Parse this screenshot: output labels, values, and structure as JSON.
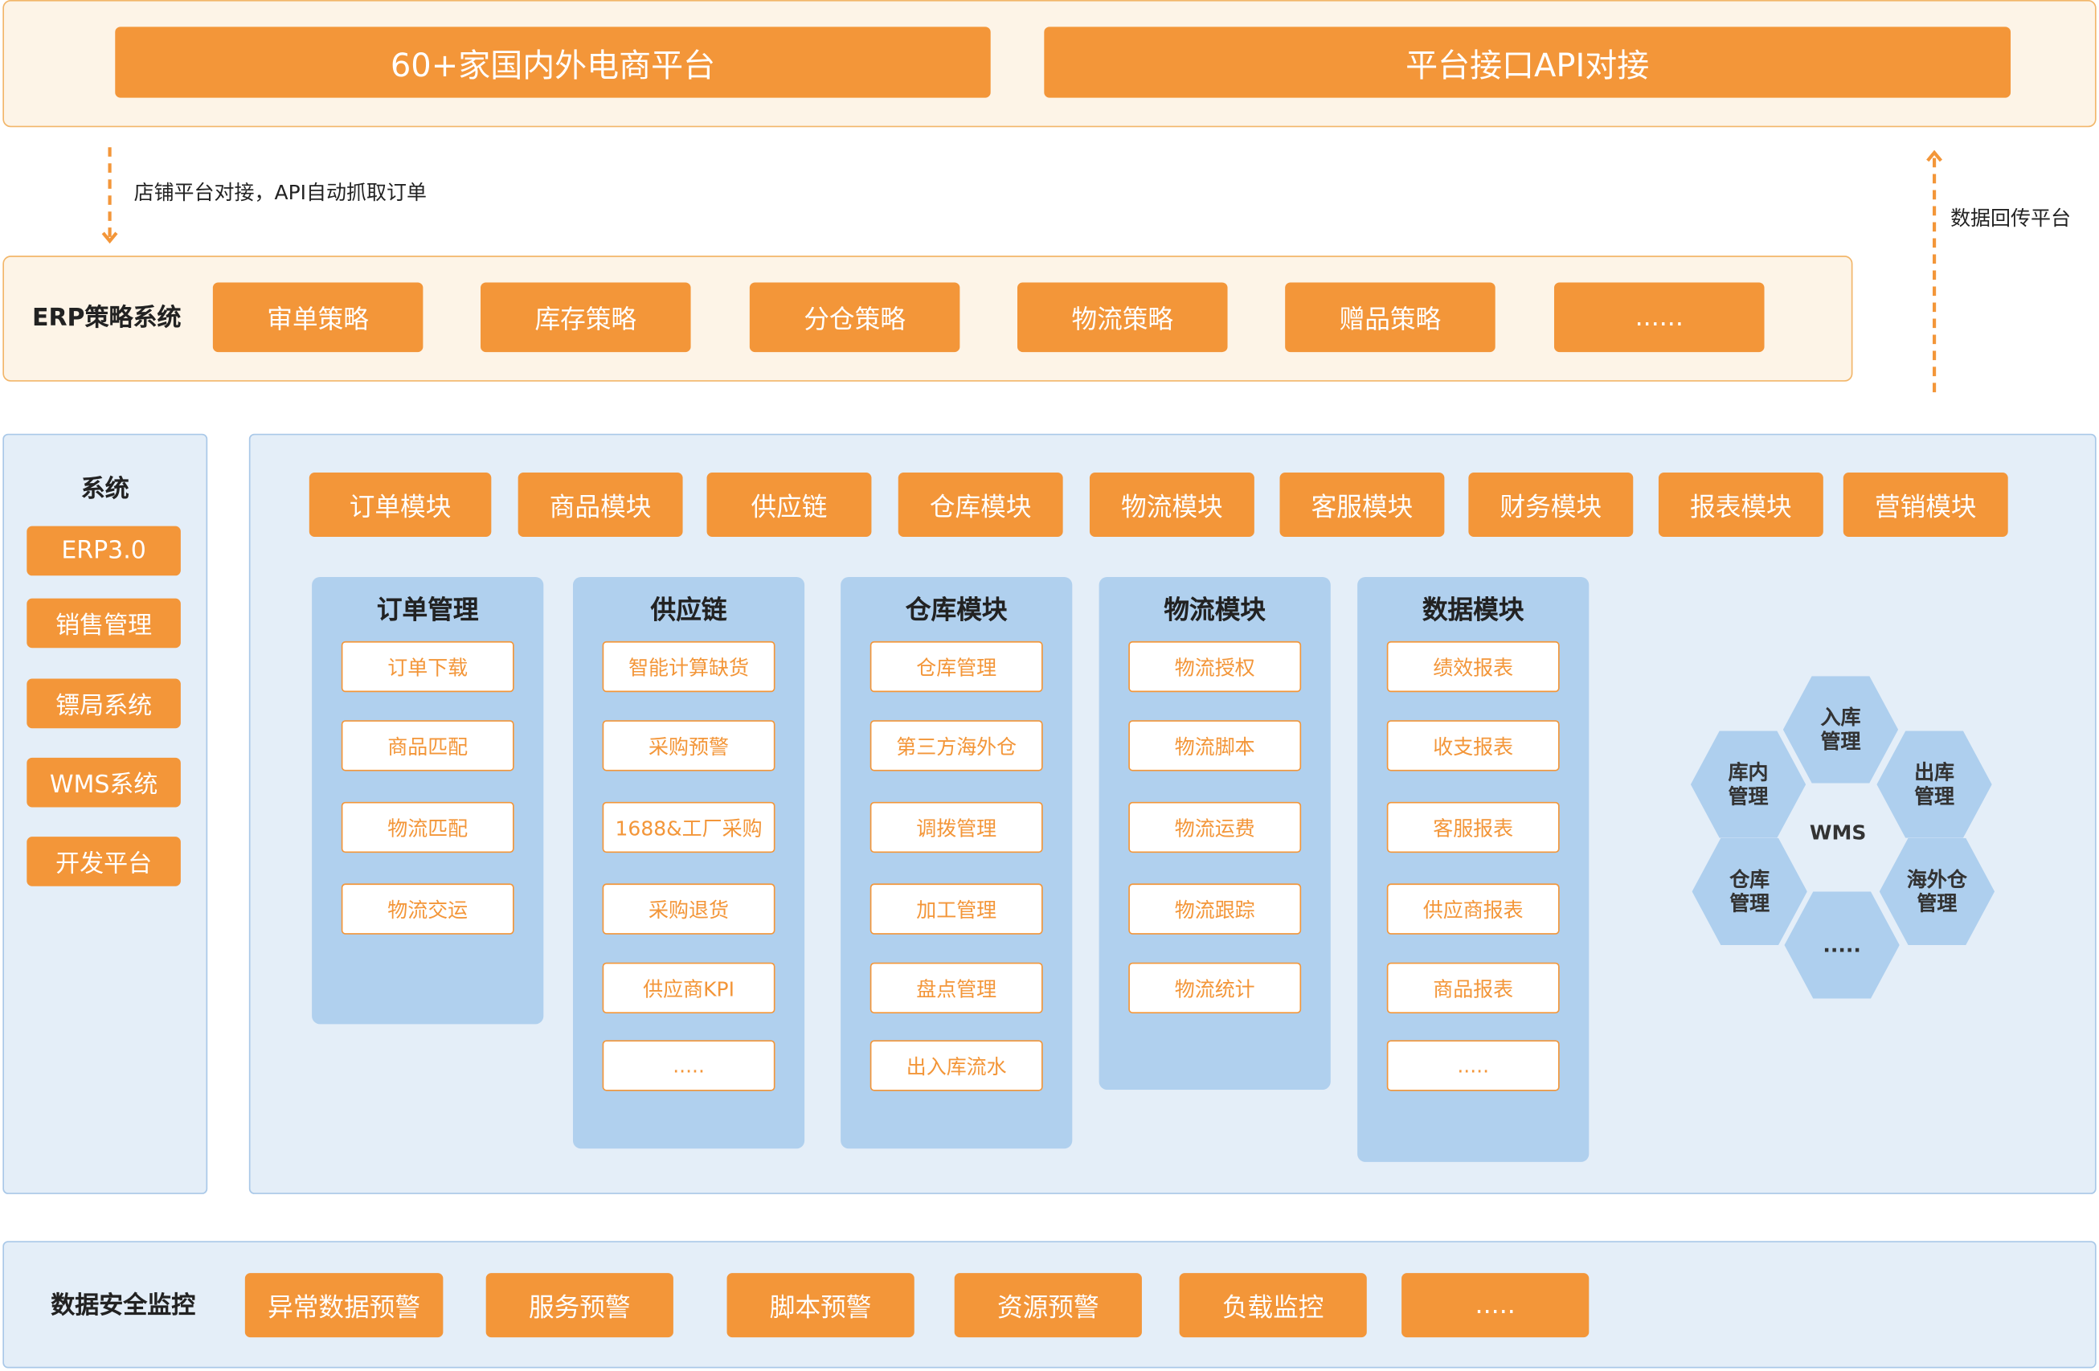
{
  "top": {
    "platforms": "60+家国内外电商平台",
    "api": "平台接口API对接"
  },
  "arrows": {
    "down_label": "店铺平台对接，API自动抓取订单",
    "up_label": "数据回传平台"
  },
  "erp": {
    "label": "ERP策略系统",
    "buttons": [
      "审单策略",
      "库存策略",
      "分仓策略",
      "物流策略",
      "赠品策略",
      "......"
    ]
  },
  "systems": {
    "title": "系统",
    "items": [
      "ERP3.0",
      "销售管理",
      "镖局系统",
      "WMS系统",
      "开发平台"
    ]
  },
  "modules": [
    "订单模块",
    "商品模块",
    "供应链",
    "仓库模块",
    "物流模块",
    "客服模块",
    "财务模块",
    "报表模块",
    "营销模块"
  ],
  "columns": [
    {
      "title": "订单管理",
      "items": [
        "订单下载",
        "商品匹配",
        "物流匹配",
        "物流交运"
      ]
    },
    {
      "title": "供应链",
      "items": [
        "智能计算缺货",
        "采购预警",
        "1688&工厂采购",
        "采购退货",
        "供应商KPI",
        "....."
      ]
    },
    {
      "title": "仓库模块",
      "items": [
        "仓库管理",
        "第三方海外仓",
        "调拨管理",
        "加工管理",
        "盘点管理",
        "出入库流水"
      ]
    },
    {
      "title": "物流模块",
      "items": [
        "物流授权",
        "物流脚本",
        "物流运费",
        "物流跟踪",
        "物流统计"
      ]
    },
    {
      "title": "数据模块",
      "items": [
        "绩效报表",
        "收支报表",
        "客服报表",
        "供应商报表",
        "商品报表",
        "....."
      ]
    }
  ],
  "wms": {
    "center": "WMS",
    "hexes": [
      "入库\n管理",
      "库内\n管理",
      "出库\n管理",
      "仓库\n管理",
      "海外仓\n管理",
      "....."
    ]
  },
  "security": {
    "label": "数据安全监控",
    "buttons": [
      "异常数据预警",
      "服务预警",
      "脚本预警",
      "资源预警",
      "负载监控",
      "....."
    ]
  },
  "colors": {
    "orange": "#F39639",
    "cream": "#FDF4E7",
    "blue_bg": "#E4EEF8",
    "blue_col": "#B0D0EE"
  }
}
